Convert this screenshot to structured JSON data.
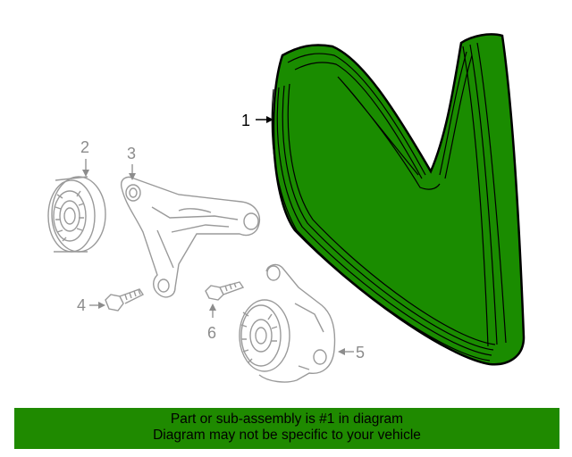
{
  "callouts": {
    "c1": "1",
    "c2": "2",
    "c3": "3",
    "c4": "4",
    "c5": "5",
    "c6": "6"
  },
  "banner": {
    "line1": "Part or sub-assembly is #1 in diagram",
    "line2": "Diagram may not be specific to your vehicle"
  },
  "colors": {
    "highlight": "#1f8a00",
    "belt_fill": "#1a8c00",
    "line_gray": "#9a9a9a",
    "callout_active": "#000000",
    "callout_inactive": "#8c8c8c"
  }
}
